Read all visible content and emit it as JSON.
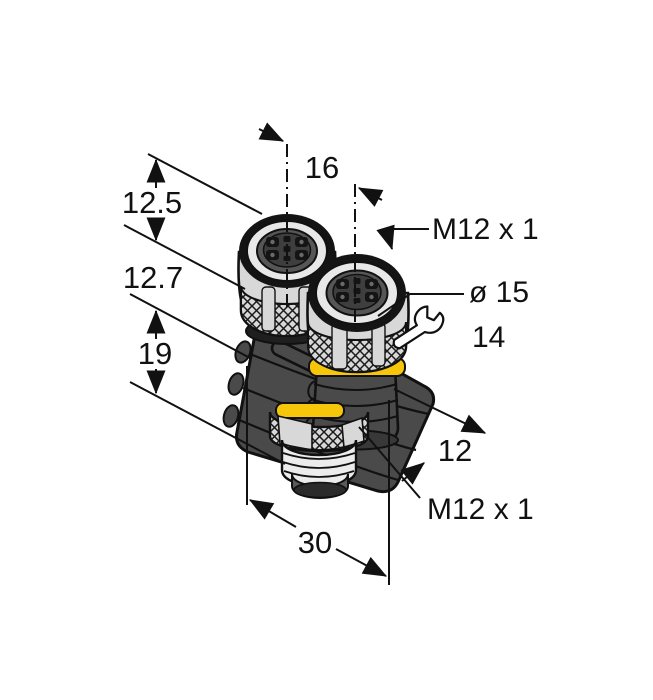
{
  "page": {
    "background": "#ffffff"
  },
  "drawing": {
    "kind": "technical-dimension-drawing",
    "subject": "Y-splitter connector with two female M12 ports on top and one male M12 port at bottom",
    "line_color": "#111111",
    "colors": {
      "housing": "#4a4a4a",
      "metal": "#d8d8d8",
      "o_ring": "#f6c60a",
      "thread": "#ececec",
      "insert": "#565656"
    },
    "icons": [
      {
        "name": "wrench-icon",
        "meaning": "wrench size (across flats)"
      }
    ],
    "labels": {
      "dim_12_5": "12.5",
      "dim_12_7": "12.7",
      "dim_19": "19",
      "dim_30": "30",
      "dim_16": "16",
      "dim_12": "12",
      "dia_15": "ø 15",
      "wrench_14": "14",
      "thread_top": "M12 x 1",
      "thread_bottom": "M12 x 1"
    }
  }
}
